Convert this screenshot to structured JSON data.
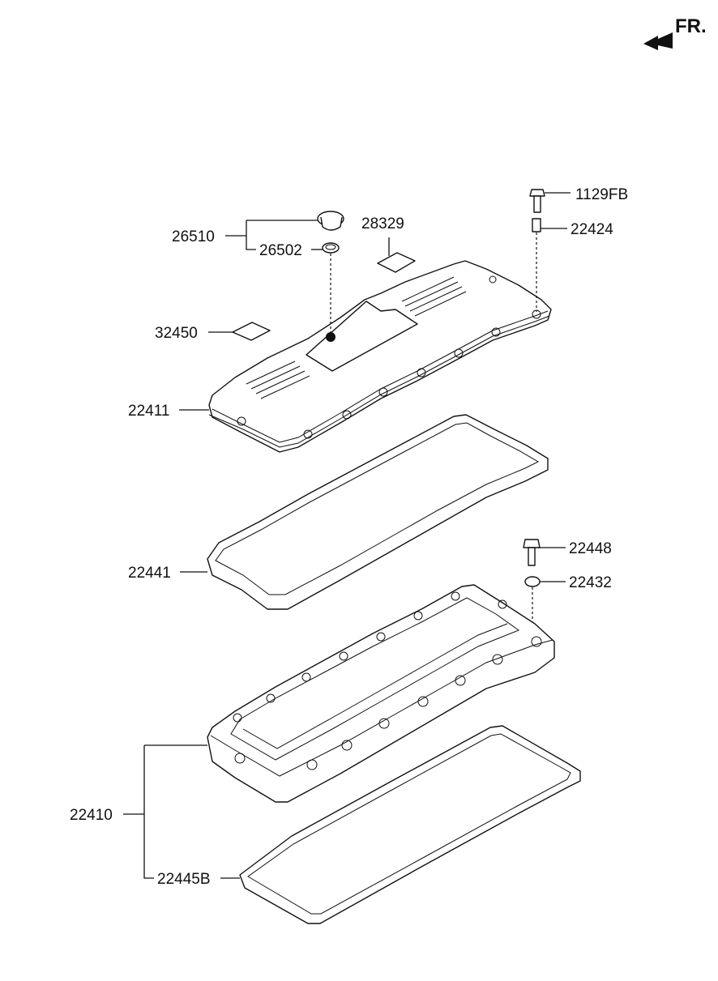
{
  "orientation": {
    "label": "FR."
  },
  "parts": {
    "p1129FB": "1129FB",
    "p22424": "22424",
    "p28329": "28329",
    "p26510": "26510",
    "p26502": "26502",
    "p32450": "32450",
    "p22411": "22411",
    "p22441": "22441",
    "p22448": "22448",
    "p22432": "22432",
    "p22410": "22410",
    "p22445B": "22445B"
  }
}
